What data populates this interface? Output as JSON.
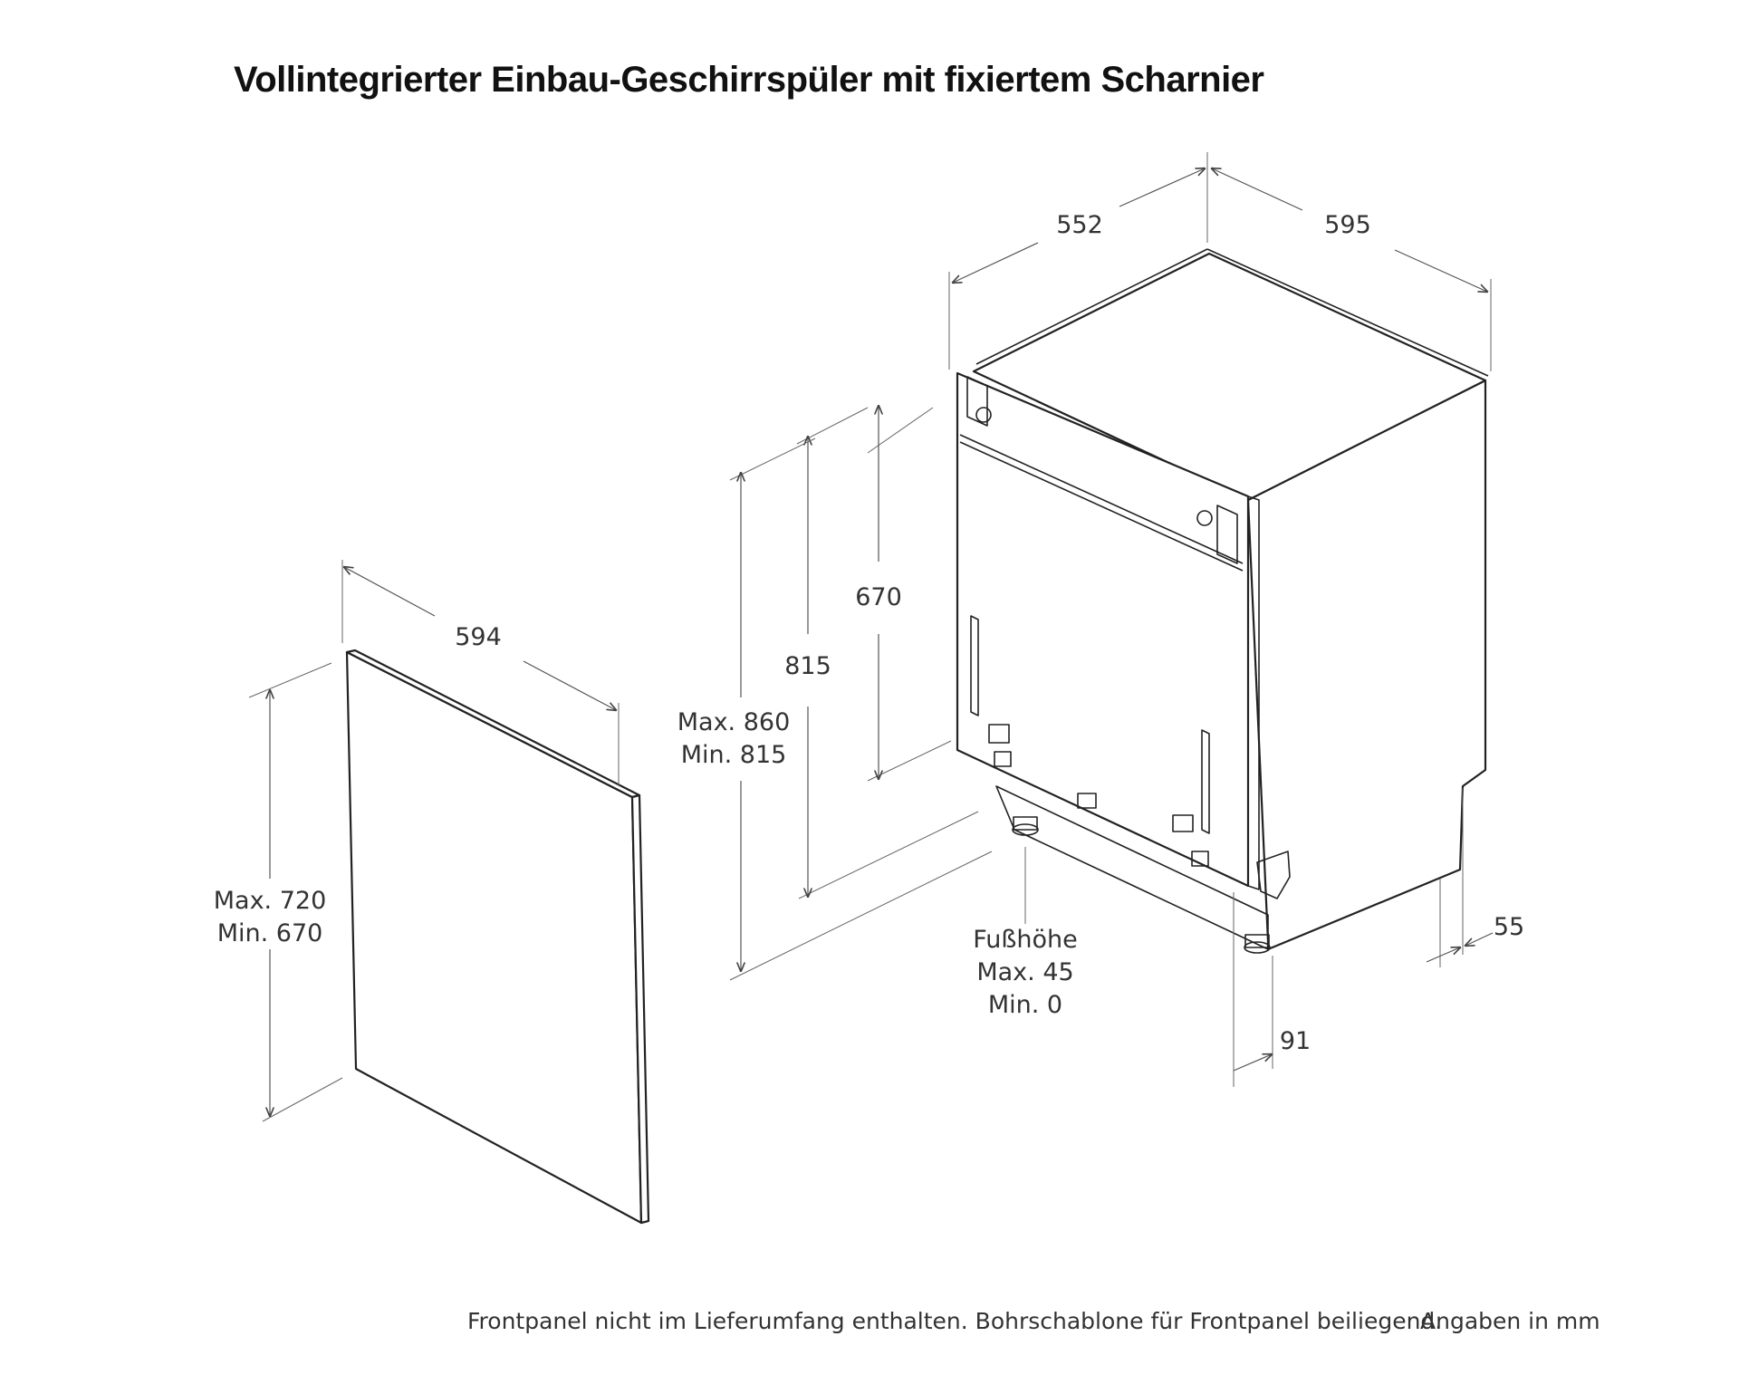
{
  "title": "Vollintegrierter Einbau-Geschirrspüler mit fixiertem Scharnier",
  "dimensions": {
    "depth": "552",
    "width_top": "595",
    "panel_width": "594",
    "height_670": "670",
    "height_815": "815",
    "niche_max": "Max. 860",
    "niche_min": "Min. 815",
    "panel_max": "Max. 720",
    "panel_min": "Min. 670",
    "foot_label": "Fußhöhe",
    "foot_max": "Max. 45",
    "foot_min": "Min. 0",
    "plinth_depth": "91",
    "plinth_height": "55"
  },
  "footer": {
    "note": "Frontpanel nicht im Lieferumfang enthalten. Bohrschablone für Frontpanel beiliegend.",
    "units": "Angaben in mm"
  }
}
